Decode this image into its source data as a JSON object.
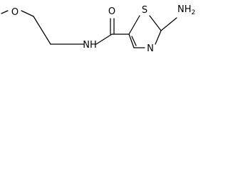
{
  "molecule": {
    "atoms": {
      "o_ether": "O",
      "nh": "NH",
      "o_carbonyl": "O",
      "s_ring": "S",
      "n_ring": "N",
      "amine": "NH",
      "amine_count": "2"
    }
  },
  "colors": {
    "bond": "#000000",
    "text": "#000000",
    "background": "#ffffff"
  }
}
